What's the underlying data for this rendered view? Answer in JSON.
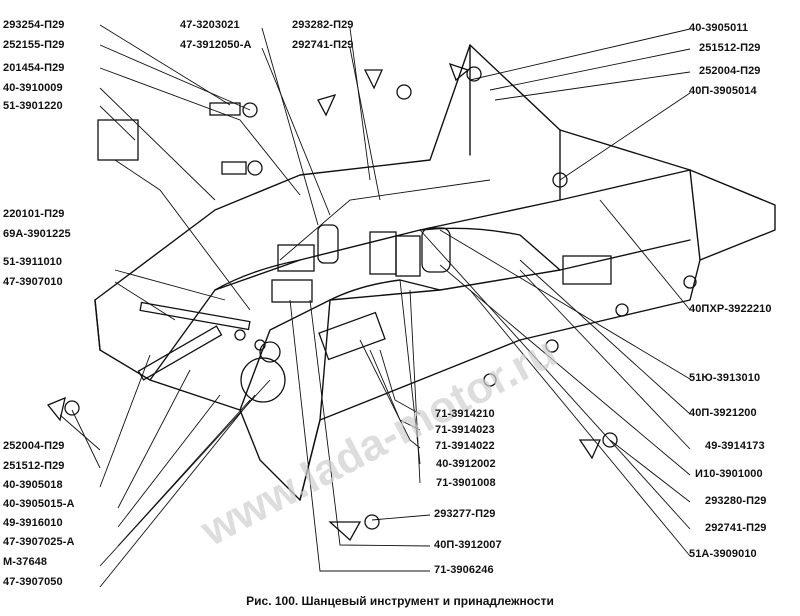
{
  "labels_left": [
    "293254-П29",
    "252155-П29",
    "201454-П29",
    "40-3910009",
    "51-3901220",
    "220101-П29",
    "69А-3901225",
    "51-3911010",
    "47-3907010",
    "252004-П29",
    "251512-П29",
    "40-3905018",
    "40-3905015-А",
    "49-3916010",
    "47-3907025-А",
    "М-37648",
    "47-3907050"
  ],
  "labels_top": [
    "47-3203021",
    "47-3912050-А",
    "293282-П29",
    "292741-П29"
  ],
  "labels_right": [
    "40-3905011",
    "251512-П29",
    "252004-П29",
    "40П-3905014",
    "40ПХР-3922210",
    "51Ю-3913010",
    "40П-3921200",
    "49-3914173",
    "И10-3901000",
    "293280-П29",
    "292741-П29",
    "51А-3909010"
  ],
  "labels_center": [
    "71-3914210",
    "71-3914023",
    "71-3914022",
    "40-3912002",
    "71-3901008"
  ],
  "labels_bottom": [
    "293277-П29",
    "40П-3912007",
    "71-3906246"
  ],
  "caption": "Рис. 100. Шанцевый инструмент и принадлежности",
  "watermark": "www.lada-motor.ru",
  "colors": {
    "ink": "#111111",
    "paper": "#ffffff",
    "watermark": "#cfcfcf"
  }
}
